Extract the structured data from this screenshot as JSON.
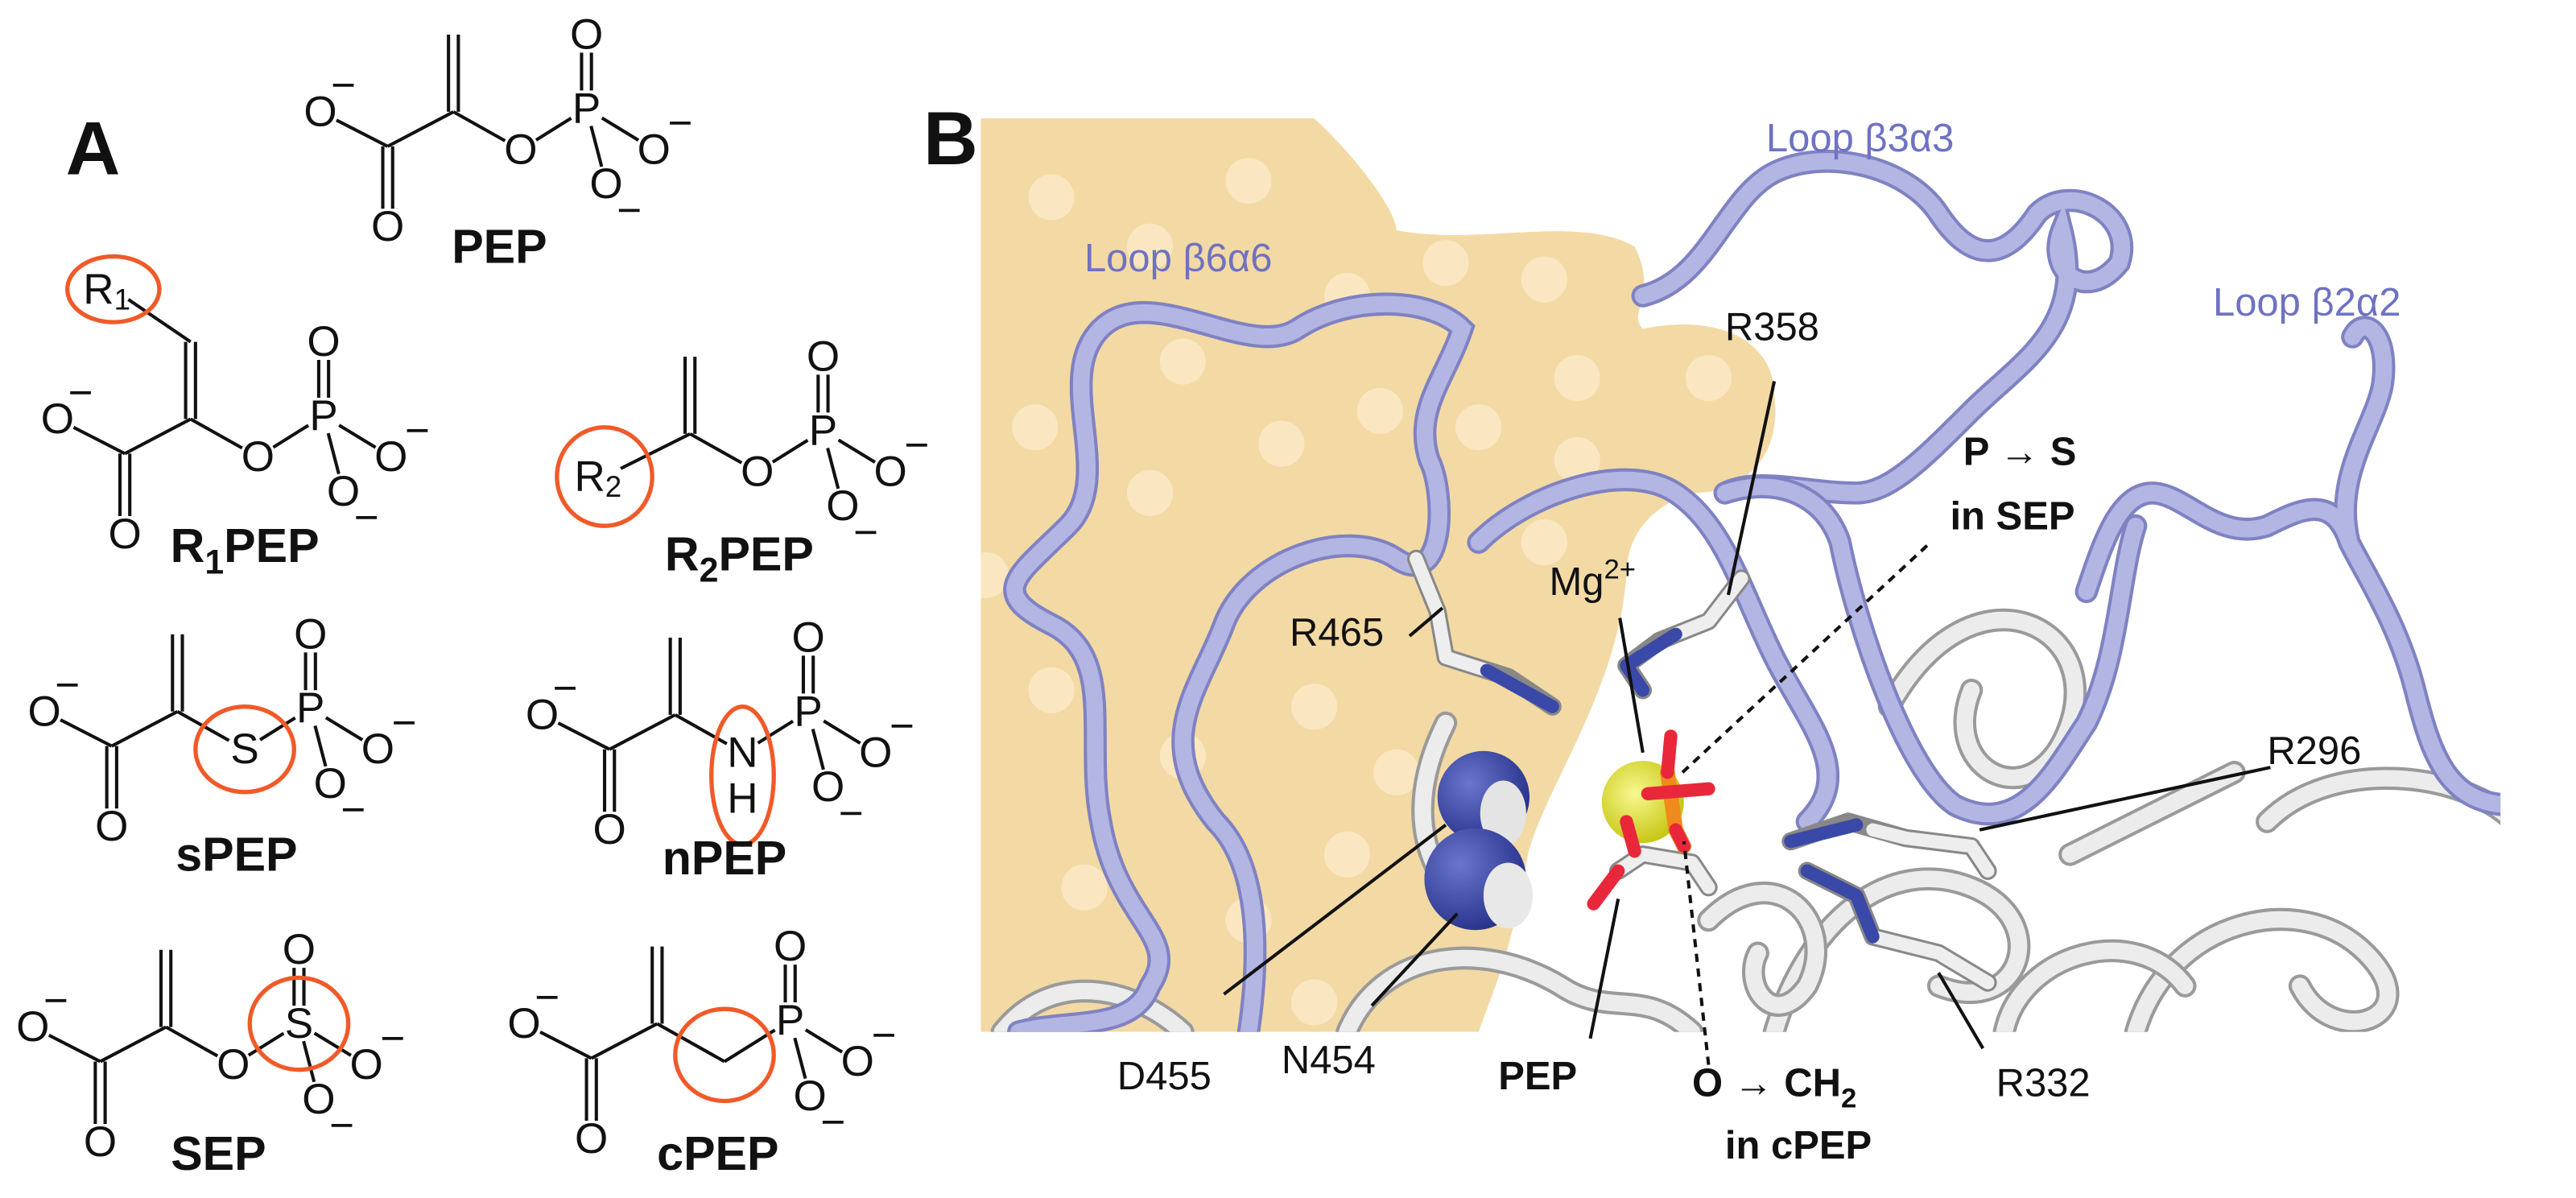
{
  "panel_a": {
    "letter": "A",
    "atoms": {
      "O": "O",
      "P": "P",
      "charge": "−"
    },
    "molecules": [
      {
        "id": "PEP",
        "label": {
          "prefix": "PEP",
          "sub": "",
          "suffix": ""
        }
      },
      {
        "id": "R1PEP",
        "label": {
          "prefix": "R",
          "sub": "1",
          "suffix": "PEP"
        },
        "group": {
          "text": "R",
          "sub": "1"
        }
      },
      {
        "id": "R2PEP",
        "label": {
          "prefix": "R",
          "sub": "2",
          "suffix": "PEP"
        },
        "group": {
          "text": "R",
          "sub": "2"
        }
      },
      {
        "id": "sPEP",
        "label": {
          "prefix": "sPEP",
          "sub": "",
          "suffix": ""
        },
        "group": {
          "text": "S"
        }
      },
      {
        "id": "nPEP",
        "label": {
          "prefix": "nPEP",
          "sub": "",
          "suffix": ""
        },
        "group": {
          "text": "N",
          "text2": "H"
        }
      },
      {
        "id": "SEP",
        "label": {
          "prefix": "SEP",
          "sub": "",
          "suffix": ""
        },
        "group": {
          "text": "S"
        }
      },
      {
        "id": "cPEP",
        "label": {
          "prefix": "cPEP",
          "sub": "",
          "suffix": ""
        },
        "group": {}
      }
    ],
    "highlight_color": "#f05a28"
  },
  "panel_b": {
    "letter": "B",
    "loops": {
      "b3a3": "Loop β3α3",
      "b6a6": "Loop β6α6",
      "b2a2": "Loop β2α2"
    },
    "residues": {
      "r358": "R358",
      "r465": "R465",
      "r296": "R296",
      "r332": "R332",
      "d455": "D455",
      "n454": "N454"
    },
    "mg": {
      "text": "Mg",
      "sup": "2+"
    },
    "pep": "PEP",
    "p_to_s": {
      "line1": "P → S",
      "line2": "in SEP"
    },
    "o_to_ch2": {
      "text": "O → CH",
      "sub": "2",
      "line2": "in cPEP"
    },
    "colors": {
      "surface": "#f3d9a4",
      "loop": "#b3b5e3",
      "loop_text": "#6f72c2",
      "mg": "#e2e22a",
      "nitrogen": "#3a48a8",
      "oxygen": "#e8283a",
      "phosphorus": "#f08a1c"
    }
  }
}
